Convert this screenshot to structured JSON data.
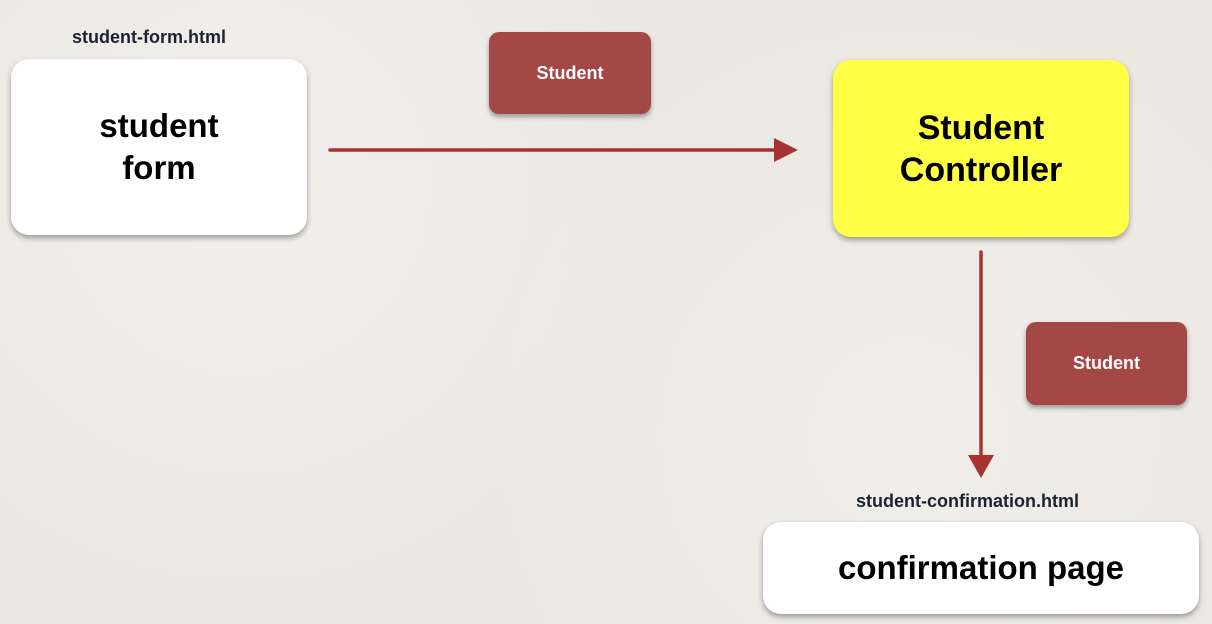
{
  "nodes": {
    "form": {
      "file_label": "student-form.html",
      "text": "student\nform"
    },
    "controller": {
      "text": "Student\nController"
    },
    "confirmation": {
      "file_label": "student-confirmation.html",
      "text": "confirmation page"
    }
  },
  "tags": {
    "top": "Student",
    "right": "Student"
  },
  "colors": {
    "arrow": "#a83232",
    "tag_background": "#a44747",
    "controller_background": "#ffff46",
    "page_background": "#ebe8e2"
  }
}
